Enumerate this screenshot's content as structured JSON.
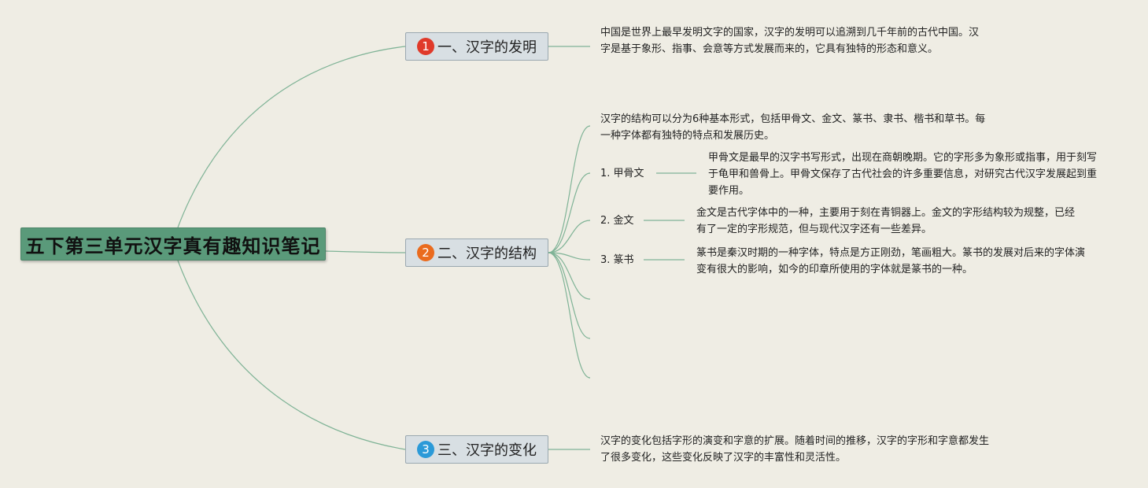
{
  "root": {
    "title": "五下第三单元汉字真有趣知识笔记"
  },
  "colors": {
    "root_bg": "#5a9a7a",
    "line": "#7fb396",
    "branch_bg": "#d8dfe3",
    "badge_1": "#e03a2a",
    "badge_2": "#ea6b1e",
    "badge_3": "#2b9ad8"
  },
  "branches": [
    {
      "number": "1",
      "label": "一、汉字的发明",
      "text": "中国是世界上最早发明文字的国家，汉字的发明可以追溯到几千年前的古代中国。汉字是基于象形、指事、会意等方式发展而来的，它具有独特的形态和意义。"
    },
    {
      "number": "2",
      "label": "二、汉字的结构",
      "text": "汉字的结构可以分为6种基本形式，包括甲骨文、金文、篆书、隶书、楷书和草书。每一种字体都有独特的特点和发展历史。",
      "subs": [
        {
          "label": "1. 甲骨文",
          "text": "甲骨文是最早的汉字书写形式，出现在商朝晚期。它的字形多为象形或指事，用于刻写于龟甲和兽骨上。甲骨文保存了古代社会的许多重要信息，对研究古代汉字发展起到重要作用。"
        },
        {
          "label": "2. 金文",
          "text": "金文是古代字体中的一种，主要用于刻在青铜器上。金文的字形结构较为规整，已经有了一定的字形规范，但与现代汉字还有一些差异。"
        },
        {
          "label": "3. 篆书",
          "text": "篆书是秦汉时期的一种字体，特点是方正刚劲，笔画粗大。篆书的发展对后来的字体演变有很大的影响，如今的印章所使用的字体就是篆书的一种。"
        }
      ]
    },
    {
      "number": "3",
      "label": "三、汉字的变化",
      "text": "汉字的变化包括字形的演变和字意的扩展。随着时间的推移，汉字的字形和字意都发生了很多变化，这些变化反映了汉字的丰富性和灵活性。"
    }
  ]
}
